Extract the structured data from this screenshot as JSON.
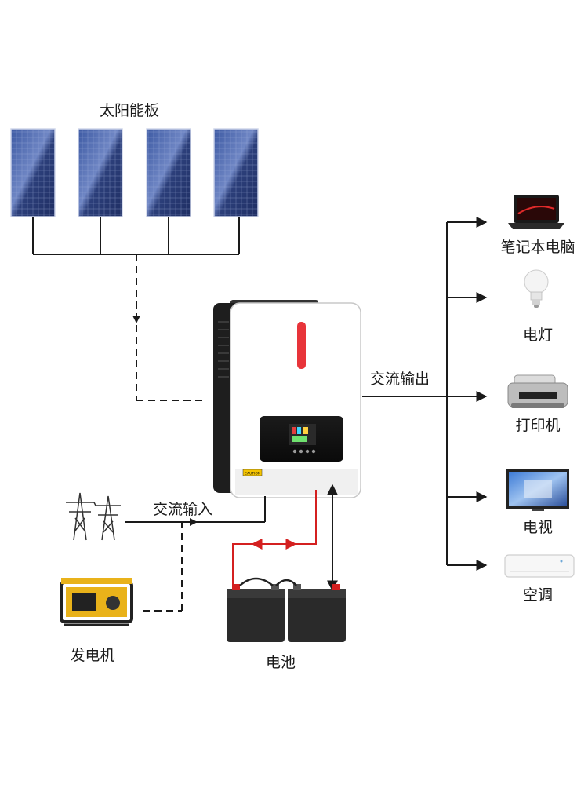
{
  "labels": {
    "solar_panels": "太阳能板",
    "ac_output": "交流输出",
    "ac_input": "交流输入",
    "generator": "发电机",
    "battery": "电池"
  },
  "loads": [
    {
      "label": "笔记本电脑",
      "icon": "laptop-icon"
    },
    {
      "label": "电灯",
      "icon": "light-bulb-icon"
    },
    {
      "label": "打印机",
      "icon": "printer-icon"
    },
    {
      "label": "电视",
      "icon": "tv-icon"
    },
    {
      "label": "空调",
      "icon": "air-conditioner-icon"
    }
  ],
  "inverter": {
    "caution_label": "CAUTION"
  },
  "colors": {
    "line": "#1a1a1a",
    "battery_link": "#d42020",
    "panel": "#2c3f7a",
    "inverter_body": "#ffffff",
    "inverter_side": "#222222",
    "accent_led": "#e8343a"
  }
}
